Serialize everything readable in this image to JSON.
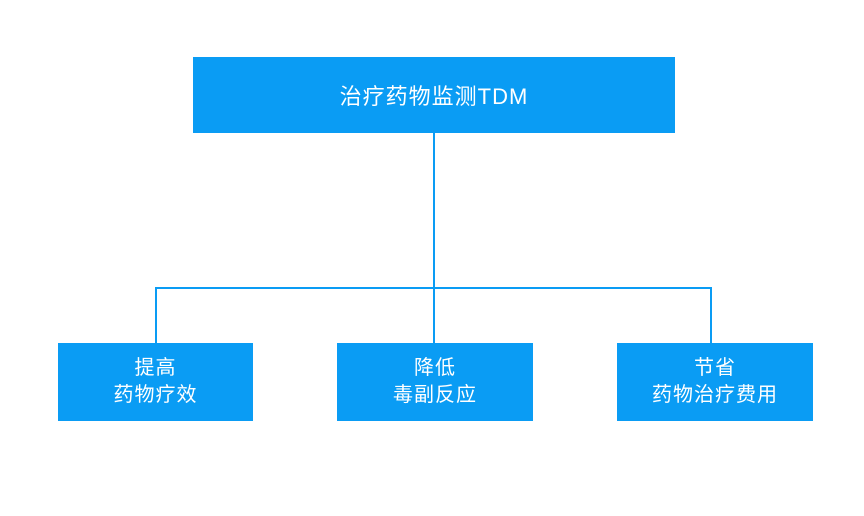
{
  "diagram": {
    "root": {
      "label": "治疗药物监测TDM"
    },
    "children": [
      {
        "line1": "提高",
        "line2": "药物疗效"
      },
      {
        "line1": "降低",
        "line2": "毒副反应"
      },
      {
        "line1": "节省",
        "line2": "药物治疗费用"
      }
    ],
    "colors": {
      "node_fill": "#0a9cf4",
      "connector": "#0a9cf4",
      "text": "#ffffff",
      "background": "#ffffff"
    }
  }
}
